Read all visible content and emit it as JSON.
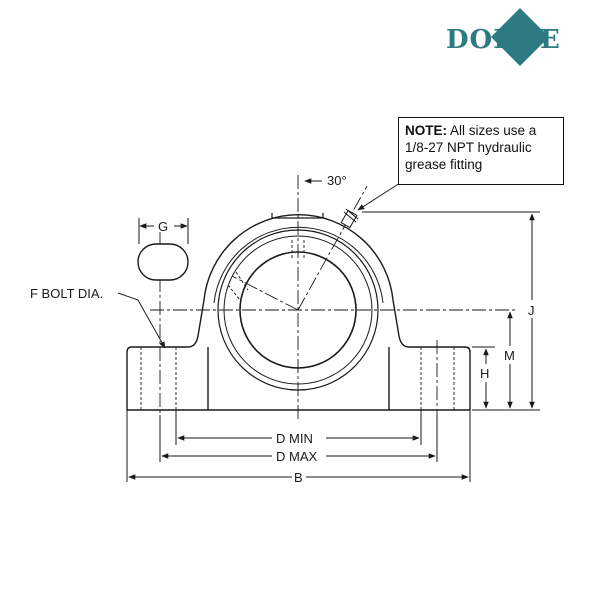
{
  "logo": {
    "text": "DODGE",
    "color": "#2d7a82"
  },
  "note": {
    "heading": "NOTE:",
    "body": "All sizes use a 1/8-27 NPT hydraulic grease fitting"
  },
  "labels": {
    "angle": "30°",
    "g": "G",
    "f_bolt_dia": "F BOLT DIA.",
    "j": "J",
    "m": "M",
    "h": "H",
    "d_min": "D MIN",
    "d_max": "D MAX",
    "b": "B"
  },
  "colors": {
    "line": "#1a1a1a",
    "brand": "#2d7a82"
  }
}
